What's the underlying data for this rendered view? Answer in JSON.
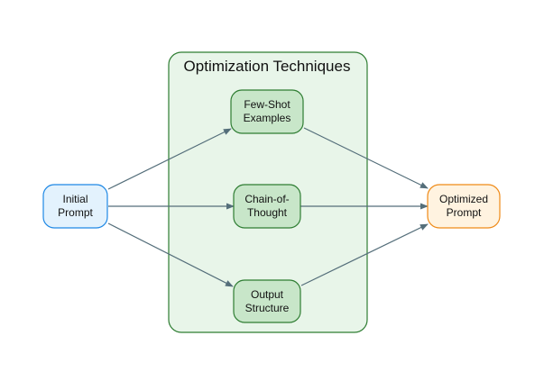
{
  "diagram": {
    "cluster": {
      "title": "Optimization Techniques"
    },
    "nodes": {
      "initial": {
        "line1": "Initial",
        "line2": "Prompt"
      },
      "fewshot": {
        "line1": "Few-Shot",
        "line2": "Examples"
      },
      "cot": {
        "line1": "Chain-of-",
        "line2": "Thought"
      },
      "output": {
        "line1": "Output",
        "line2": "Structure"
      },
      "optimized": {
        "line1": "Optimized",
        "line2": "Prompt"
      }
    },
    "colors": {
      "cluster_fill": "#e8f5e9",
      "cluster_stroke": "#2e7d32",
      "technique_fill": "#c8e6c9",
      "technique_stroke": "#2e7d32",
      "input_fill": "#e3f2fd",
      "input_stroke": "#1e88e5",
      "output_fill": "#fff3e0",
      "output_stroke": "#ef8a17",
      "edge": "#546e7a"
    }
  }
}
